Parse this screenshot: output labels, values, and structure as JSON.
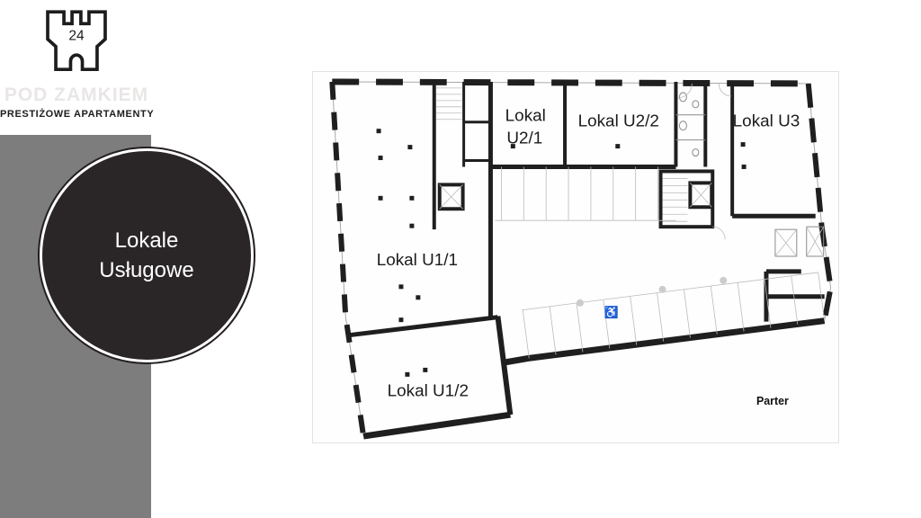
{
  "brand": {
    "logo_number": "24",
    "watermark": "POD ZAMKIEM",
    "tagline": "PRESTIŻOWE APARTAMENTY",
    "logo_icon": "castle-icon"
  },
  "badge": {
    "title_line1": "Lokale",
    "title_line2": "Usługowe"
  },
  "floorplan": {
    "floor_label": "Parter",
    "units": [
      {
        "id": "U2/1",
        "line1": "Lokal",
        "line2": "U2/1"
      },
      {
        "id": "U2/2",
        "line1": "Lokal U2/2"
      },
      {
        "id": "U3",
        "line1": "Lokal U3"
      },
      {
        "id": "U1/1",
        "line1": "Lokal U1/1"
      },
      {
        "id": "U1/2",
        "line1": "Lokal U1/2"
      }
    ]
  },
  "colors": {
    "sidebar_gray": "#7d7d7d",
    "badge_fill": "#2a2627",
    "badge_ring": "#ffffff",
    "wall_black": "#1f1f1f",
    "background": "#ffffff"
  }
}
